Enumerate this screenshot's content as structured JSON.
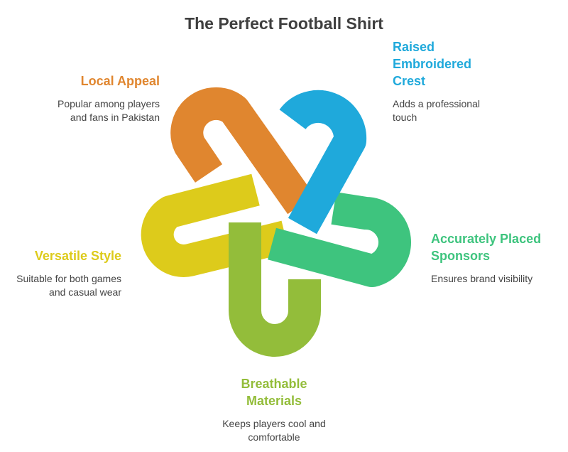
{
  "title": "The Perfect Football Shirt",
  "colors": {
    "orange": "#E0862F",
    "blue": "#1FA9DB",
    "green": "#3EC47E",
    "lime": "#93BD3A",
    "yellow": "#DDCB1B",
    "title_text": "#3F3F3F",
    "body_text": "#444444"
  },
  "items": [
    {
      "heading": "Local Appeal",
      "description": "Popular among players and fans in Pakistan",
      "color": "#E0862F"
    },
    {
      "heading": "Raised Embroidered Crest",
      "description": "Adds a professional touch",
      "color": "#1FA9DB"
    },
    {
      "heading": "Accurately Placed Sponsors",
      "description": "Ensures brand visibility",
      "color": "#3EC47E"
    },
    {
      "heading": "Breathable Materials",
      "description": "Keeps players cool and comfortable",
      "color": "#93BD3A"
    },
    {
      "heading": "Versatile Style",
      "description": "Suitable for both games and casual wear",
      "color": "#DDCB1B"
    }
  ]
}
